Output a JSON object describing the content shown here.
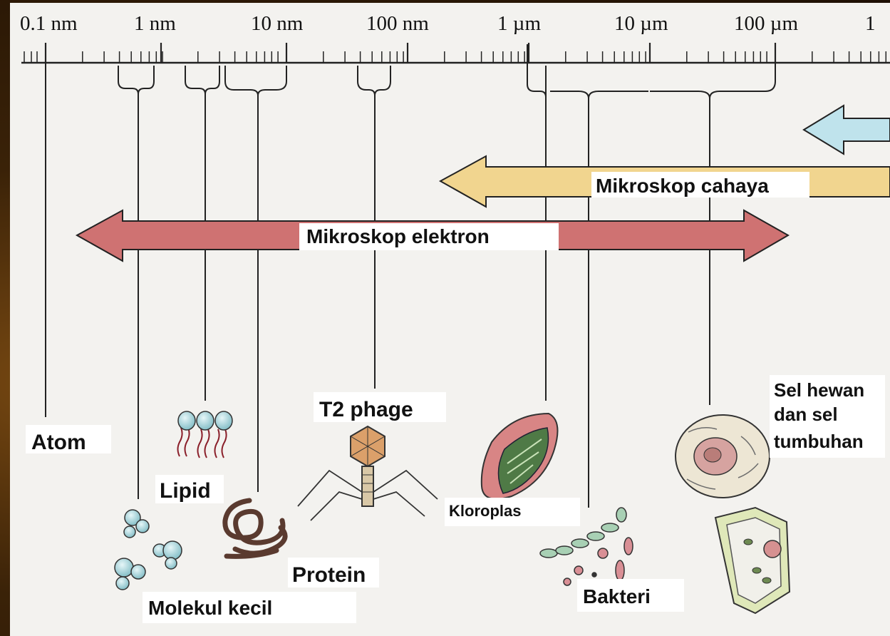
{
  "scale": {
    "tick_labels": [
      "0.1 nm",
      "1 nm",
      "10 nm",
      "100 nm",
      "1 µm",
      "10 µm",
      "100 µm",
      "1"
    ]
  },
  "ranges": {
    "light_microscope": "Mikroskop cahaya",
    "electron_microscope": "Mikroskop elektron"
  },
  "objects": {
    "atom": "Atom",
    "lipid": "Lipid",
    "small_molecules": "Molekul kecil",
    "protein": "Protein",
    "t2_phage": "T2 phage",
    "chloroplast": "Kloroplas",
    "bacteria": "Bakteri",
    "cells": [
      "Sel hewan",
      "dan sel",
      "tumbuhan"
    ]
  },
  "colors": {
    "light_microscope_arrow": "#f1d58f",
    "electron_microscope_arrow": "#cf7272",
    "top_arrow": "#bfe3ec",
    "line": "#222222"
  }
}
